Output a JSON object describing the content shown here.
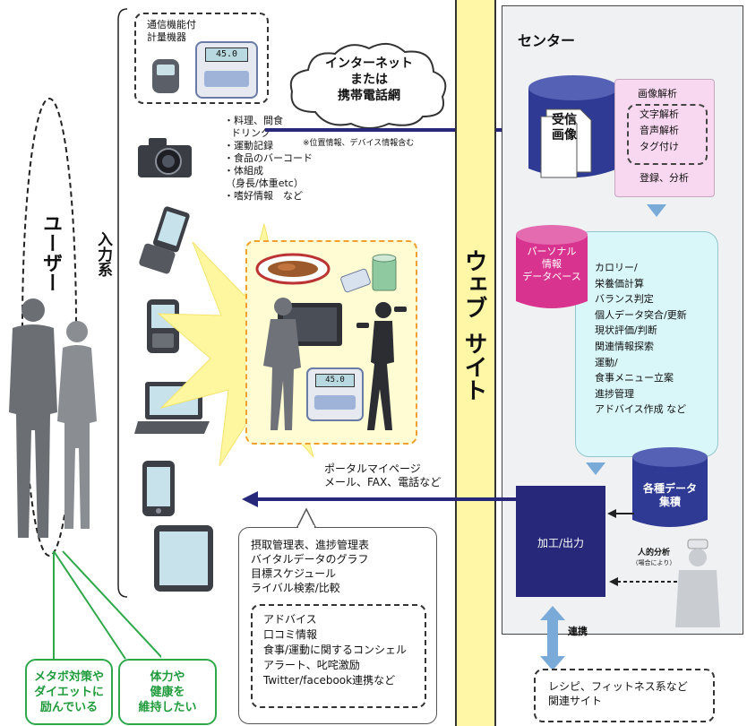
{
  "user_label": "ユーザー",
  "input_label": "入力系",
  "device_box": {
    "title_line1": "通信機能付",
    "title_line2": "計量機器",
    "scale_display": "45.0"
  },
  "cloud": {
    "line1": "インターネット",
    "line2": "または",
    "line3": "携帯電話網"
  },
  "input_items": [
    "・料理、間食",
    "ドリンク",
    "・運動記録",
    "・食品のバーコード",
    "・体組成",
    "（身長/体重etc）",
    "・嗜好情報　など"
  ],
  "input_note": "※位置情報、デバイス情報含む",
  "illustration_scale_display": "45.0",
  "web_band": {
    "line1": "ウェブ",
    "line2": "サイト"
  },
  "center": {
    "title": "センター",
    "receive_db": {
      "line1": "受信",
      "line2": "画像"
    },
    "analysis": {
      "item1": "画像解析",
      "dashed_items": [
        "文字解析",
        "音声解析",
        "タグ付け"
      ],
      "item_last": "登録、分析"
    },
    "personal_db": {
      "line1": "パーソナル",
      "line2": "情報",
      "line3": "データベース"
    },
    "processing_items": [
      "カロリー/",
      "栄養価計算",
      "バランス判定",
      "個人データ突合/更新",
      "現状評価/判断",
      "関連情報探索",
      "運動/",
      "食事メニュー立案",
      "進捗管理",
      "アドバイス作成 など"
    ],
    "data_store": {
      "line1": "各種データ",
      "line2": "集積"
    },
    "output_box": "加工/出力",
    "analyst": {
      "line1": "人的分析",
      "line2": "（場合により）"
    }
  },
  "output_channel": {
    "line1": "ポータルマイページ",
    "line2": "メール、FAX、電話など"
  },
  "output_contents": [
    "摂取管理表、進捗管理表",
    "バイタルデータのグラフ",
    "目標スケジュール",
    "ライバル検索/比較"
  ],
  "advice_contents": [
    "アドバイス",
    "口コミ情報",
    "食事/運動に関するコンシェル",
    "アラート、叱咤激励",
    "Twitter/facebook連携など"
  ],
  "link_label": "連携",
  "related_sites": {
    "line1": "レシピ、フィットネス系など",
    "line2": "関連サイト"
  },
  "user_goals": [
    {
      "line1": "メタボ対策や",
      "line2": "ダイエットに",
      "line3": "励んでいる"
    },
    {
      "line1": "体力や",
      "line2": "健康を",
      "line3": "維持したい"
    }
  ],
  "colors": {
    "navy": "#27287a",
    "web_band": "#fff7a6",
    "goal_green": "#2ea84a",
    "pink": "#f8d7f0",
    "cyan": "#d9f6f8",
    "db_blue": "#2e3a93",
    "db_pink": "#d8338e"
  }
}
